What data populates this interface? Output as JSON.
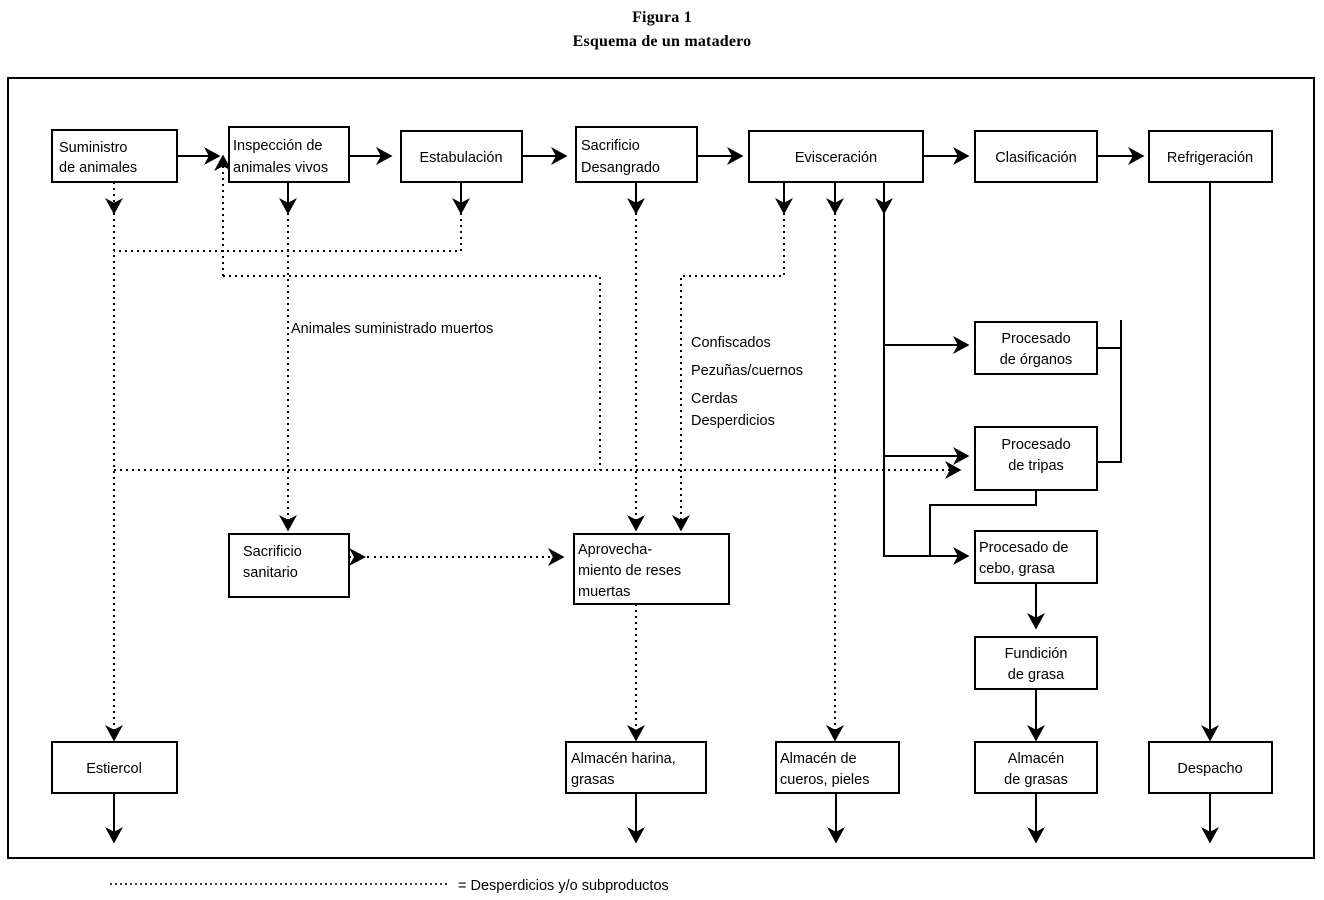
{
  "title": {
    "line1": "Figura 1",
    "line2": "Esquema de un matadero"
  },
  "diagram": {
    "nodes": {
      "suministro": {
        "label_line1": "Suministro",
        "label_line2": "de animales"
      },
      "inspeccion": {
        "label_line1": "Inspección de",
        "label_line2": "animales vivos"
      },
      "estabulacion": {
        "label_line1": "Estabulación",
        "label_line2": ""
      },
      "sacrificio": {
        "label_line1": "Sacrificio",
        "label_line2": "Desangrado"
      },
      "evisceracion": {
        "label_line1": "Evisceración",
        "label_line2": ""
      },
      "clasificacion": {
        "label_line1": "Clasificación",
        "label_line2": ""
      },
      "refrigeracion": {
        "label_line1": "Refrigeración",
        "label_line2": ""
      },
      "procesado_organos": {
        "label_line1": "Procesado",
        "label_line2": "de órganos"
      },
      "procesado_tripas": {
        "label_line1": "Procesado",
        "label_line2": "de tripas"
      },
      "procesado_cebo": {
        "label_line1": "Procesado de",
        "label_line2": "cebo, grasa"
      },
      "fundicion": {
        "label_line1": "Fundición",
        "label_line2": "de grasa"
      },
      "sacrificio_sanitario": {
        "label_line1": "Sacrificio",
        "label_line2": "sanitario"
      },
      "aprovechamiento": {
        "label_line1": "Aprovecha-",
        "label_line2": "miento de reses",
        "label_line3": "muertas"
      },
      "estiercol": {
        "label_line1": "Estiercol",
        "label_line2": ""
      },
      "almacen_harina": {
        "label_line1": "Almacén harina,",
        "label_line2": "grasas"
      },
      "almacen_cueros": {
        "label_line1": "Almacén de",
        "label_line2": "cueros, pieles"
      },
      "almacen_grasas": {
        "label_line1": "Almacén",
        "label_line2": "de grasas"
      },
      "despacho": {
        "label_line1": "Despacho",
        "label_line2": ""
      }
    },
    "annotations": {
      "animales_muertos": "Animales suministrado muertos",
      "residues": [
        "Confiscados",
        "Pezuñas/cuernos",
        "Cerdas",
        "Desperdicios"
      ]
    },
    "legend": {
      "text": "= Desperdicios y/o subproductos"
    },
    "colors": {
      "stroke": "#000000",
      "fill": "#ffffff"
    }
  }
}
